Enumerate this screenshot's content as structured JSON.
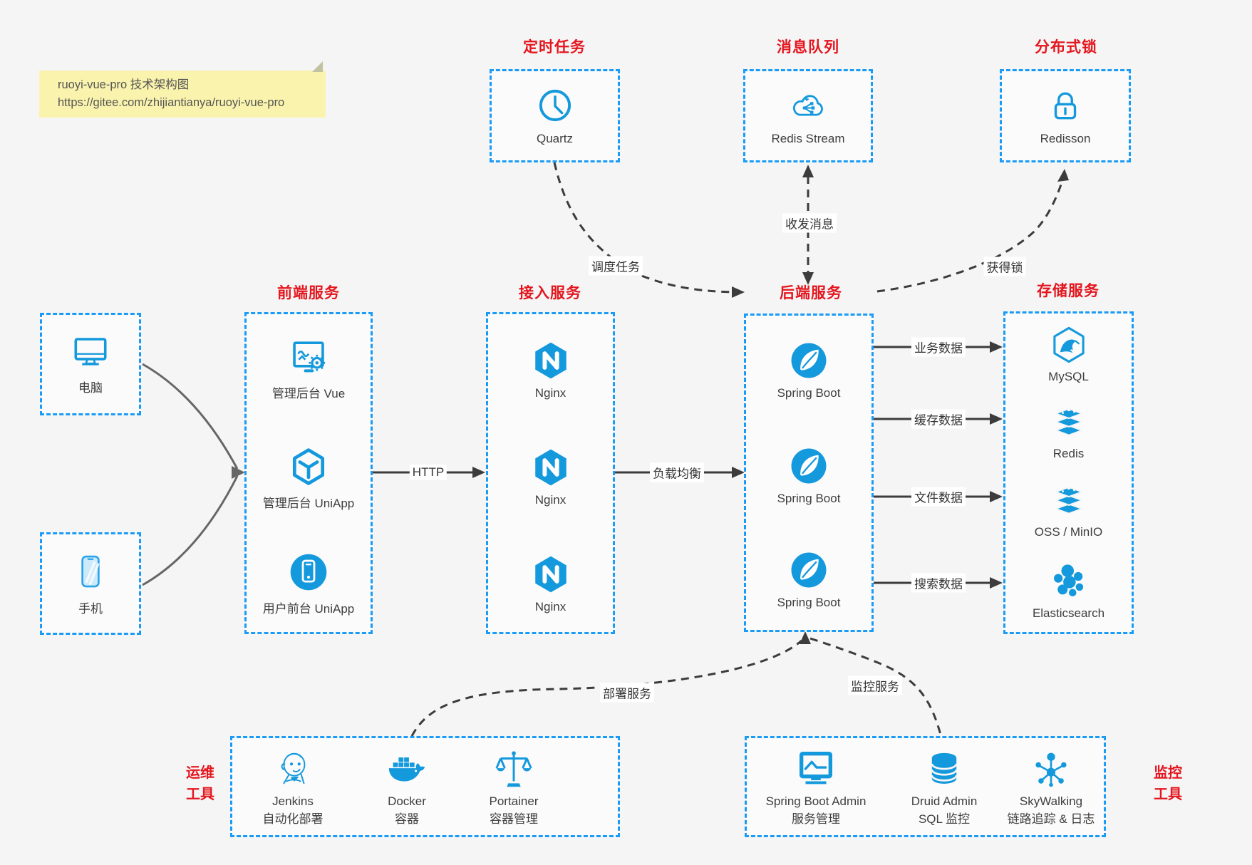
{
  "sticky_note": {
    "line1": "ruoyi-vue-pro 技术架构图",
    "line2": "https://gitee.com/zhijiantianya/ruoyi-vue-pro"
  },
  "clients": [
    {
      "label": "电脑",
      "icon": "desktop-icon"
    },
    {
      "label": "手机",
      "icon": "mobile-icon"
    }
  ],
  "groups": {
    "scheduler": {
      "title": "定时任务",
      "node": {
        "icon": "clock-icon",
        "label": "Quartz"
      }
    },
    "mq": {
      "title": "消息队列",
      "node": {
        "icon": "cloud-stream-icon",
        "label": "Redis Stream"
      }
    },
    "dlock": {
      "title": "分布式锁",
      "node": {
        "icon": "lock-icon",
        "label": "Redisson"
      }
    },
    "frontend": {
      "title": "前端服务",
      "items": [
        {
          "icon": "admin-vue-icon",
          "label": "管理后台 Vue"
        },
        {
          "icon": "uniapp-cube-icon",
          "label": "管理后台 UniApp"
        },
        {
          "icon": "user-app-icon",
          "label": "用户前台 UniApp"
        }
      ]
    },
    "gateway": {
      "title": "接入服务",
      "items": [
        {
          "icon": "nginx-icon",
          "label": "Nginx"
        },
        {
          "icon": "nginx-icon",
          "label": "Nginx"
        },
        {
          "icon": "nginx-icon",
          "label": "Nginx"
        }
      ]
    },
    "backend": {
      "title": "后端服务",
      "items": [
        {
          "icon": "spring-boot-icon",
          "label": "Spring Boot"
        },
        {
          "icon": "spring-boot-icon",
          "label": "Spring Boot"
        },
        {
          "icon": "spring-boot-icon",
          "label": "Spring Boot"
        }
      ]
    },
    "storage": {
      "title": "存储服务",
      "items": [
        {
          "icon": "mysql-icon",
          "label": "MySQL"
        },
        {
          "icon": "redis-icon",
          "label": "Redis"
        },
        {
          "icon": "oss-icon",
          "label": "OSS / MinIO"
        },
        {
          "icon": "elasticsearch-icon",
          "label": "Elasticsearch"
        }
      ]
    },
    "ops": {
      "title_line1": "运维",
      "title_line2": "工具",
      "items": [
        {
          "icon": "jenkins-icon",
          "name": "Jenkins",
          "desc": "自动化部署"
        },
        {
          "icon": "docker-icon",
          "name": "Docker",
          "desc": "容器"
        },
        {
          "icon": "portainer-icon",
          "name": "Portainer",
          "desc": "容器管理"
        }
      ]
    },
    "monitor": {
      "title_line1": "监控",
      "title_line2": "工具",
      "items": [
        {
          "icon": "spring-boot-admin-icon",
          "name": "Spring Boot Admin",
          "desc": "服务管理"
        },
        {
          "icon": "druid-icon",
          "name": "Druid Admin",
          "desc": "SQL 监控"
        },
        {
          "icon": "skywalking-icon",
          "name": "SkyWalking",
          "desc": "链路追踪 & 日志"
        }
      ]
    }
  },
  "edges": {
    "http": "HTTP",
    "load_balance": "负载均衡",
    "business_data": "业务数据",
    "cache_data": "缓存数据",
    "file_data": "文件数据",
    "search_data": "搜索数据",
    "schedule_task": "调度任务",
    "send_receive_msg": "收发消息",
    "acquire_lock": "获得锁",
    "deploy_service": "部署服务",
    "monitor_service": "监控服务"
  },
  "colors": {
    "accent_blue": "#1499dd",
    "border_blue": "#1a9bf5",
    "title_red": "#e4161e",
    "note_bg": "#faf3ad"
  }
}
